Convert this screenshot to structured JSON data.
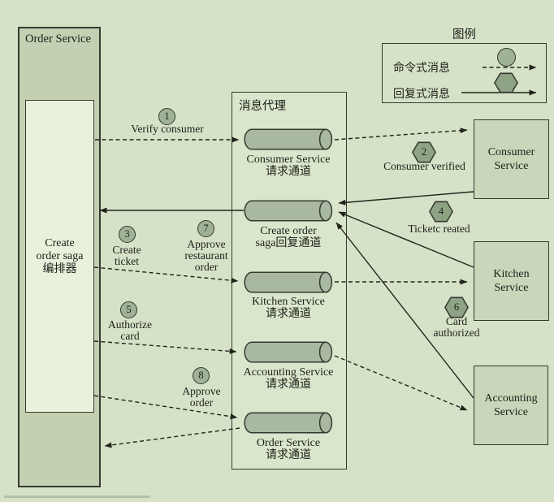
{
  "colors": {
    "page_bg": "#d6e2c7",
    "outer_box_fill": "#c3d1b2",
    "inner_panel_fill": "#e9f0dc",
    "broker_fill": "#dae6cb",
    "service_fill": "#c9d6b9",
    "cylinder_fill": "#a9b8a0",
    "command_marker_fill": "#a0b296",
    "reply_marker_fill": "#8ea284",
    "line_ink": "#20241b",
    "border_ink": "#353a30"
  },
  "order_service": {
    "title": "Order Service",
    "orchestrator_lines": [
      "Create",
      "order saga",
      "编排器"
    ]
  },
  "broker": {
    "title": "消息代理",
    "channels": [
      {
        "line1": "Consumer Service",
        "line2": "请求通道"
      },
      {
        "line1": "Create order",
        "line2": "saga回复通道"
      },
      {
        "line1": "Kitchen Service",
        "line2": "请求通道"
      },
      {
        "line1": "Accounting Service",
        "line2": "请求通道"
      },
      {
        "line1": "Order Service",
        "line2": "请求通道"
      }
    ]
  },
  "services": [
    {
      "line1": "Consumer",
      "line2": "Service"
    },
    {
      "line1": "Kitchen",
      "line2": "Service"
    },
    {
      "line1": "Accounting",
      "line2": "Service"
    }
  ],
  "steps": [
    {
      "num": "1",
      "type": "command",
      "lines": [
        "Verify consumer"
      ]
    },
    {
      "num": "2",
      "type": "reply",
      "lines": [
        "Consumer verified"
      ]
    },
    {
      "num": "3",
      "type": "command",
      "lines": [
        "Create",
        "ticket"
      ]
    },
    {
      "num": "4",
      "type": "reply",
      "lines": [
        "Ticketc reated"
      ]
    },
    {
      "num": "5",
      "type": "command",
      "lines": [
        "Authorize",
        "card"
      ]
    },
    {
      "num": "6",
      "type": "reply",
      "lines": [
        "Card",
        "authorized"
      ]
    },
    {
      "num": "7",
      "type": "command",
      "lines": [
        "Approve",
        "restaurant",
        "order"
      ]
    },
    {
      "num": "8",
      "type": "command",
      "lines": [
        "Approve",
        "order"
      ]
    }
  ],
  "legend": {
    "title": "图例",
    "rows": [
      {
        "label": "命令式消息",
        "marker": "circle",
        "line": "dashed"
      },
      {
        "label": "回复式消息",
        "marker": "hexagon",
        "line": "solid"
      }
    ]
  }
}
